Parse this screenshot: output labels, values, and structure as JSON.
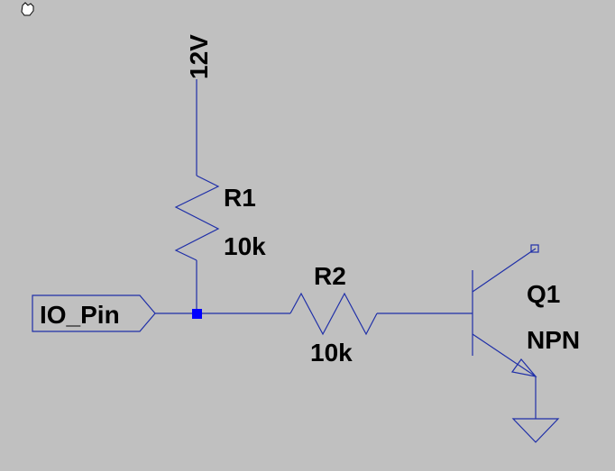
{
  "colors": {
    "background": "#c0c0c0",
    "wire": "#1f2fa8",
    "junction": "#0000ff",
    "text": "#000000"
  },
  "supply": {
    "label": "12V"
  },
  "r1": {
    "ref": "R1",
    "value": "10k"
  },
  "r2": {
    "ref": "R2",
    "value": "10k"
  },
  "q1": {
    "ref": "Q1",
    "type": "NPN"
  },
  "input_port": {
    "label": "IO_Pin"
  },
  "icons": {
    "cursor": "hand-cursor-icon",
    "ground": "ground-icon",
    "junction": "junction-dot-icon",
    "terminal": "open-terminal-icon"
  }
}
